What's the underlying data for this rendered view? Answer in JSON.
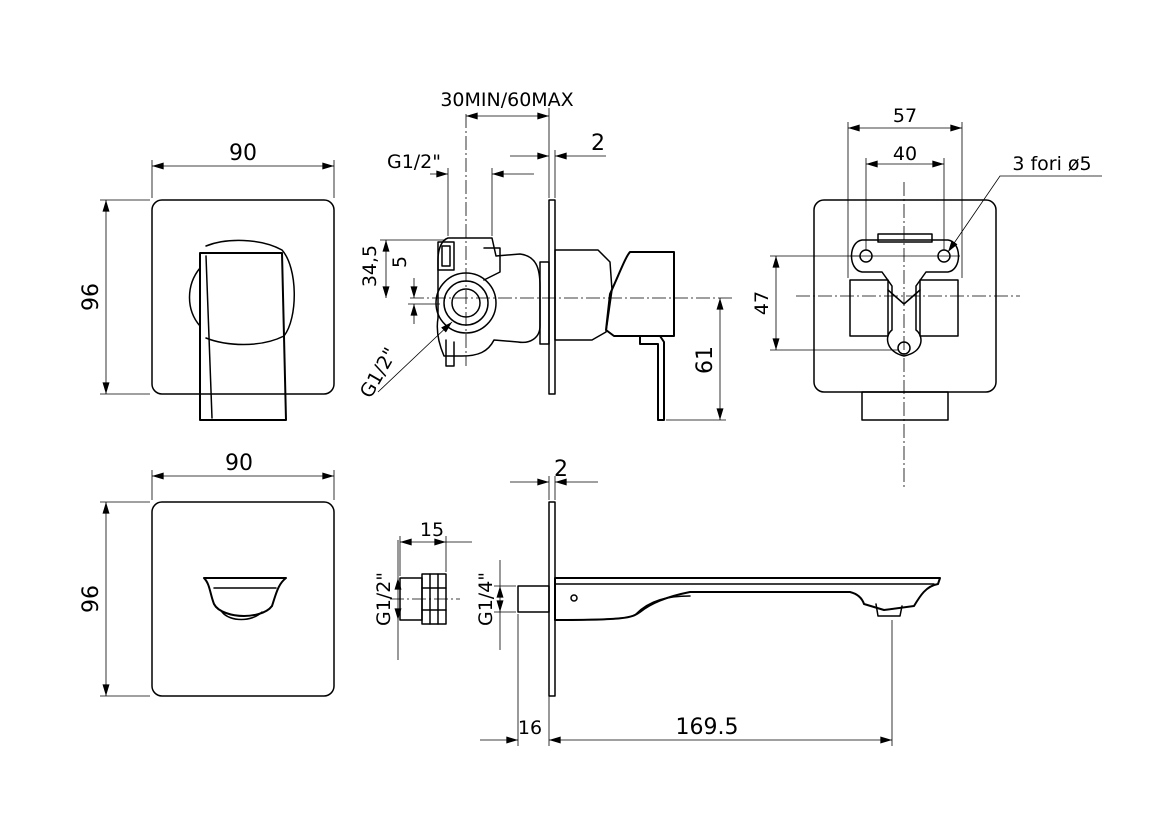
{
  "dimensions": {
    "top_left_width": "90",
    "top_left_height": "96",
    "bottom_left_width": "90",
    "bottom_left_height": "96",
    "side_depth": "30MIN/60MAX",
    "side_plate": "2",
    "side_inlet_top": "G1/2\"",
    "side_offset_a": "34,5",
    "side_offset_b": "5",
    "side_inlet_bottom": "G1/2\"",
    "side_handle": "61",
    "rear_width_outer": "57",
    "rear_width_inner": "40",
    "rear_holes": "3 fori ø5",
    "rear_height": "47",
    "spout_plate": "2",
    "spout_nipple_len": "15",
    "spout_nipple_thread": "G1/2\"",
    "spout_thread": "G1/4\"",
    "spout_base": "16",
    "spout_length": "169.5"
  }
}
